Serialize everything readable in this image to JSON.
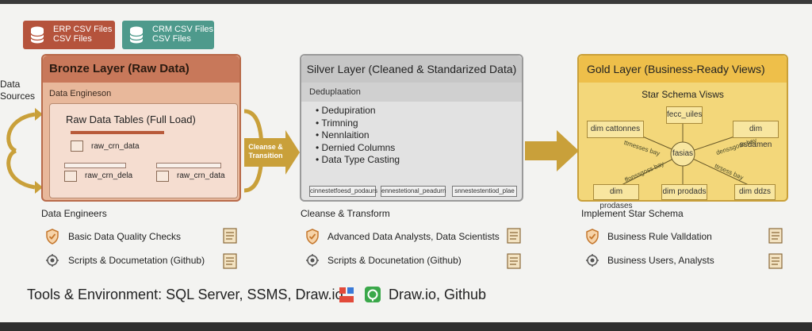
{
  "sources": {
    "label": "Data Sources",
    "erp": {
      "line1": "ERP CSV Files",
      "line2": "CSV Files",
      "color": "#b5533c"
    },
    "crm": {
      "line1": "CRM CSV Files",
      "line2": "CSV Files",
      "color": "#4e9a8c"
    }
  },
  "bronze": {
    "title": "Bronze Layer (Raw Data)",
    "subheader": "Data Engineson",
    "inner_title": "Raw Data Tables (Full Load)",
    "tables": [
      "raw_crn_data",
      "raw_crn_dela",
      "raw_crn_data"
    ],
    "colors": {
      "header": "#c8785a",
      "body": "#e8b89b",
      "inner": "#f5ddd0"
    }
  },
  "transition": {
    "label": "Cleanse & Transition"
  },
  "silver": {
    "title": "Silver Layer (Cleaned & Standarized Data)",
    "subheader": "Deduplaation",
    "bullets": [
      "Dedupiration",
      "Trimning",
      "Nennlaition",
      "Dernied Columns",
      "Data Type Casting"
    ],
    "tags": [
      "cinnestetfoesd_podaurs",
      "ennestetional_peadurn",
      "snnestestentiod_plae"
    ]
  },
  "gold": {
    "title": "Gold Layer (Business-Ready Views)",
    "subheader": "Star Schema Visws",
    "fact": "fasias",
    "top": "fecc_uiles",
    "dims": [
      "dim cattonnes",
      "dim ssdamen",
      "dim prodases",
      "dim prodads",
      "dim ddzs"
    ],
    "relations": [
      "ttmesses bay",
      "denssgoss bay",
      "ffonssgoss bay",
      "ttrsess bay"
    ]
  },
  "footer": {
    "bronze": {
      "label": "Data Engineers",
      "items": [
        "Basic Data Quality Checks",
        "Scripts & Documetation (Github)"
      ]
    },
    "silver": {
      "label": "Cleanse & Transform",
      "items": [
        "Advanced Data Analysts, Data Scientists",
        "Scripts & Docunetation (Github)"
      ]
    },
    "gold": {
      "label": "Implement Star Schema",
      "items": [
        "Business Rule Valldation",
        "Business Users, Analysts"
      ]
    }
  },
  "tools": {
    "prefix": "Tools & Environment:",
    "text1": "SQL Server, SSMS, Draw.io",
    "text2": "Draw.io, Github"
  }
}
